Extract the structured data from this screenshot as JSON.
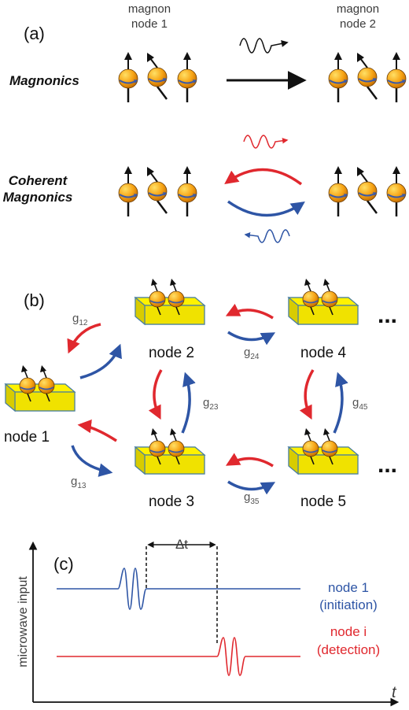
{
  "panel_a": {
    "label": "(a)",
    "node1_header": [
      "magnon",
      "node 1"
    ],
    "node2_header": [
      "magnon",
      "node 2"
    ],
    "row1_label": "Magnonics",
    "row2_label": [
      "Coherent",
      "Magnonics"
    ]
  },
  "panel_b": {
    "label": "(b)",
    "nodes": [
      "node 1",
      "node 2",
      "node 3",
      "node 4",
      "node 5"
    ],
    "couplings": [
      {
        "main": "g",
        "sub": "12"
      },
      {
        "main": "g",
        "sub": "13"
      },
      {
        "main": "g",
        "sub": "23"
      },
      {
        "main": "g",
        "sub": "24"
      },
      {
        "main": "g",
        "sub": "35"
      },
      {
        "main": "g",
        "sub": "45"
      }
    ],
    "ellipsis": "..."
  },
  "panel_c": {
    "label": "(c)",
    "ylabel": "microwave input",
    "xlabel": "t",
    "delta": "Δt",
    "trace1": [
      "node 1",
      "(initiation)"
    ],
    "trace2": [
      "node i",
      "(detection)"
    ]
  },
  "colors": {
    "red": "#e0282e",
    "blue": "#2e55a5",
    "yellow": "#fff200",
    "sphere": "#f5a315"
  }
}
